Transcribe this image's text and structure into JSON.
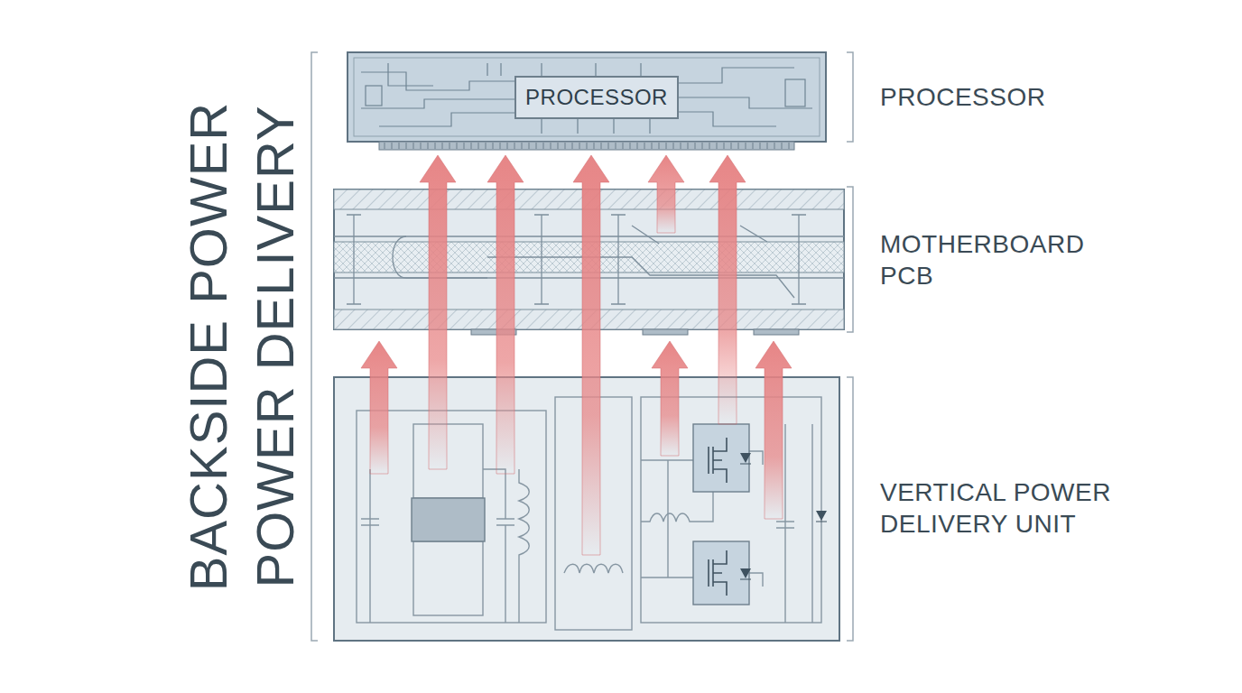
{
  "diagram": {
    "title": "BACKSIDE POWER POWER DELIVERY",
    "nodes": [
      {
        "text": [
          "PROCESSOR"
        ]
      }
    ],
    "labels": [
      "PROCESSOR",
      "MOTHERBOARD PCB",
      "VERTICAL POWER DELIVERY UNIT"
    ]
  }
}
